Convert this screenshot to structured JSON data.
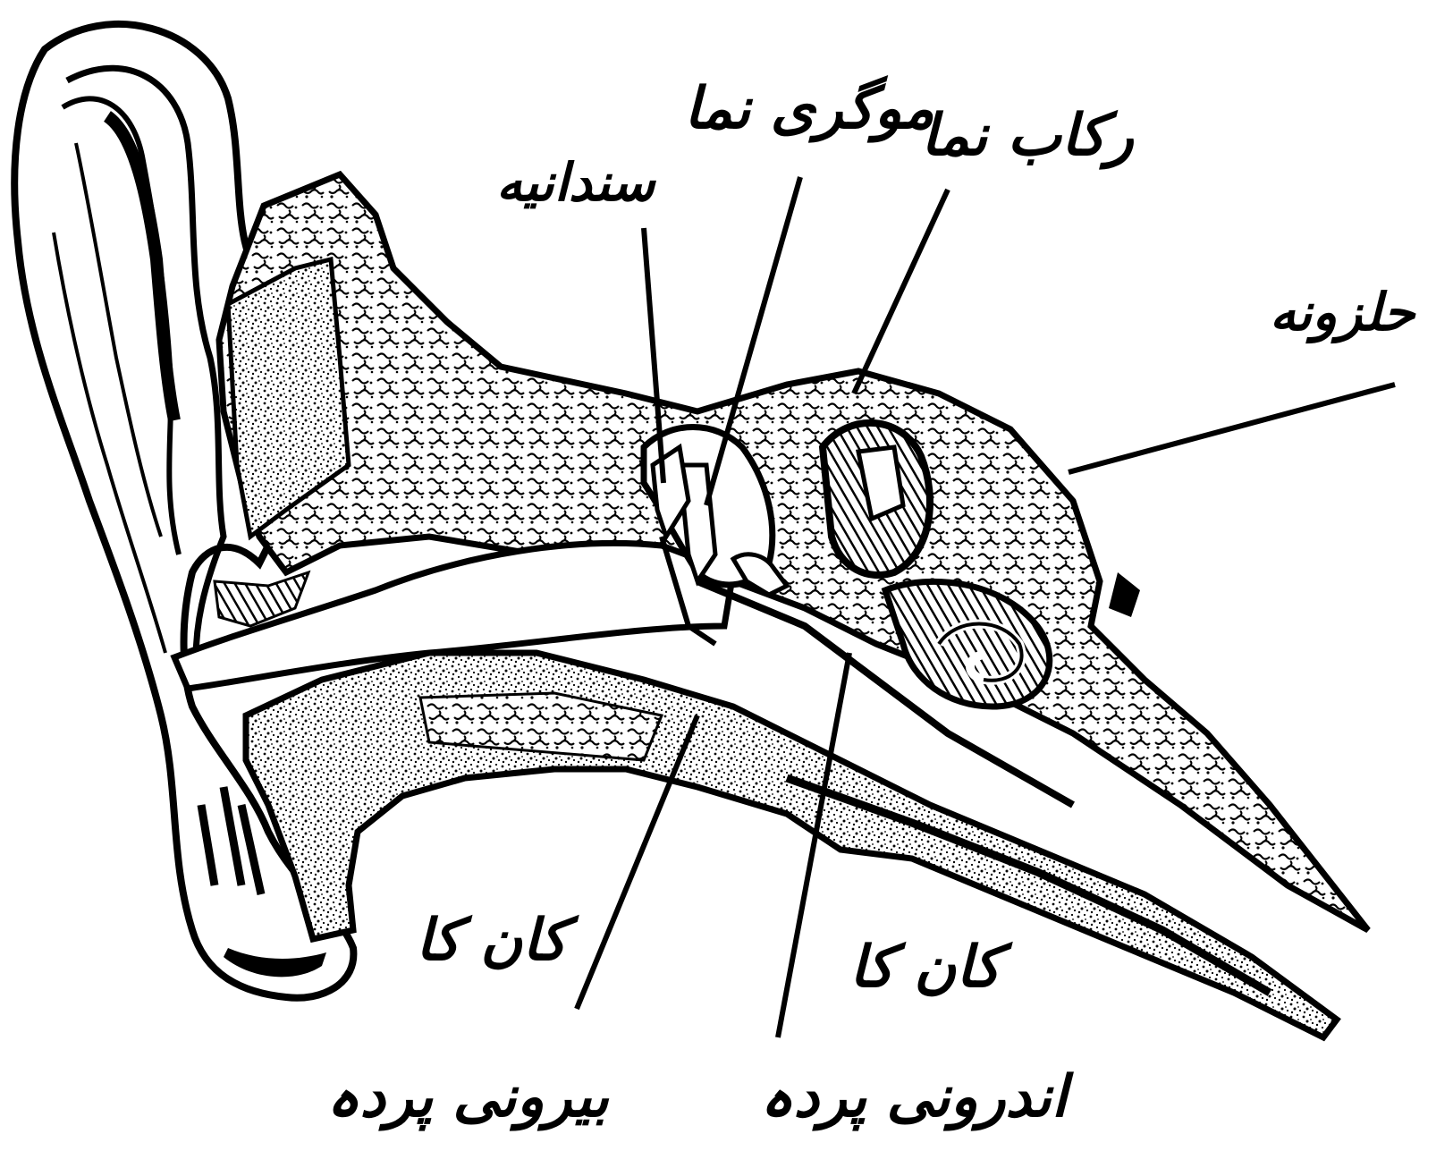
{
  "diagram": {
    "labels": {
      "stirrup": "رکاب نما",
      "hammer": "موگری نما",
      "anvil": "سندانیه",
      "cochlea": "حلزونه",
      "outer_canal": "کان کا",
      "inner_canal": "کان کا",
      "outer_membrane": "بیرونی پردہ",
      "inner_membrane": "اندرونی پردہ"
    },
    "colors": {
      "ink": "#000000",
      "paper": "#ffffff"
    }
  }
}
